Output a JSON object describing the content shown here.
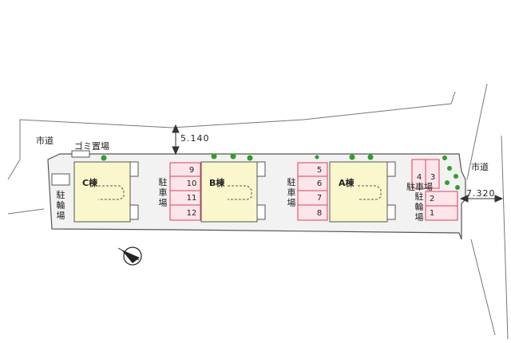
{
  "roads": {
    "left": "市道",
    "right": "市道",
    "top_width": "5.140",
    "right_width": "7.320"
  },
  "facilities": {
    "garbage": "ゴミ置場",
    "bicycle_left": "駐輪場",
    "bicycle_right": "駐輪場"
  },
  "buildings": [
    {
      "label": "C棟"
    },
    {
      "label": "B棟"
    },
    {
      "label": "A棟"
    }
  ],
  "parking": {
    "label": "駐車場",
    "lot_left": [
      "9",
      "10",
      "11",
      "12"
    ],
    "lot_middle": [
      "5",
      "6",
      "7",
      "8"
    ],
    "lot_right_top": [
      "4",
      "3"
    ],
    "lot_right_side": [
      "2",
      "1"
    ]
  },
  "colors": {
    "building_fill": "#fbf7cc",
    "parking_fill": "#fde6ea",
    "parking_line": "#e23c5a",
    "tree": "#2e9e2e",
    "outline": "#555555"
  },
  "icons": {
    "north": "north-arrow-icon",
    "tree": "tree-icon"
  }
}
